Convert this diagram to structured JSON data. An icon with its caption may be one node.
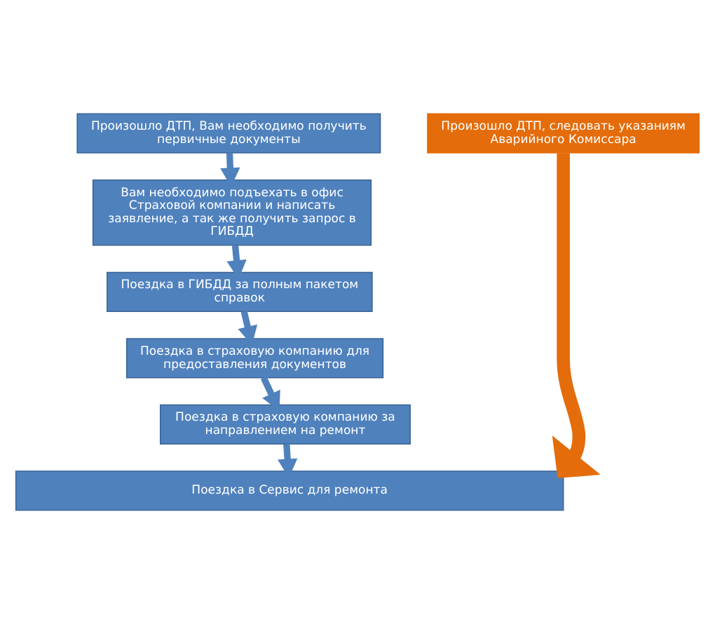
{
  "diagram": {
    "nodes": [
      {
        "text": [
          "Произошло ДТП, Вам необходимо получить первичные документы"
        ]
      },
      {
        "text": [
          "Вам необходимо подъехать в офис Страховой компании и написать заявление, а так же получить запрос в ГИБДД"
        ]
      },
      {
        "text": [
          "Поездка в ГИБДД за полным пакетом справок"
        ]
      },
      {
        "text": [
          "Поездка в страховую компанию для предоставления документов"
        ]
      },
      {
        "text": [
          "Поездка в страховую компанию за направлением на ремонт"
        ]
      },
      {
        "text": [
          "Произошло ДТП, следовать указаниям Аварийного Комиссара"
        ]
      },
      {
        "text": [
          "Поездка в Сервис для ремонта"
        ]
      }
    ],
    "edges": [
      {
        "from": 0,
        "to": 1,
        "arrow": "to"
      },
      {
        "from": 1,
        "to": 2,
        "arrow": "to"
      },
      {
        "from": 2,
        "to": 3,
        "arrow": "to"
      },
      {
        "from": 3,
        "to": 4,
        "arrow": "to"
      },
      {
        "from": 4,
        "to": 6,
        "arrow": "to"
      },
      {
        "from": 5,
        "to": 6,
        "arrow": "to",
        "style": "thick",
        "color": "#e46c0a"
      }
    ]
  }
}
